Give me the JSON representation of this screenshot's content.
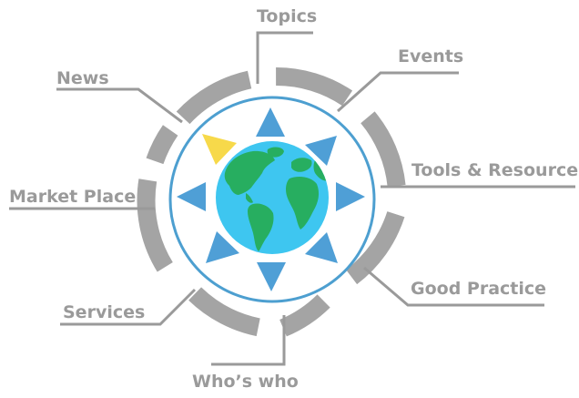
{
  "diagram": {
    "menu": [
      {
        "id": "topics",
        "label": "Topics"
      },
      {
        "id": "events",
        "label": "Events"
      },
      {
        "id": "tools",
        "label": "Tools & Resources"
      },
      {
        "id": "good-practice",
        "label": "Good Practice"
      },
      {
        "id": "whos-who",
        "label": "Who’s who"
      },
      {
        "id": "services",
        "label": "Services"
      },
      {
        "id": "market-place",
        "label": "Market Place"
      },
      {
        "id": "news",
        "label": "News"
      }
    ],
    "colors": {
      "segment": "#a4a4a4",
      "label": "#9a9a9a",
      "ring": "#4d9fd0",
      "arrow": "#4f9fd6",
      "arrow_active": "#f7d94a",
      "ocean": "#3ec6f0",
      "land": "#27ae60"
    },
    "icons": {
      "center": "globe-icon",
      "pointer": "triangle-arrow-icon"
    }
  }
}
